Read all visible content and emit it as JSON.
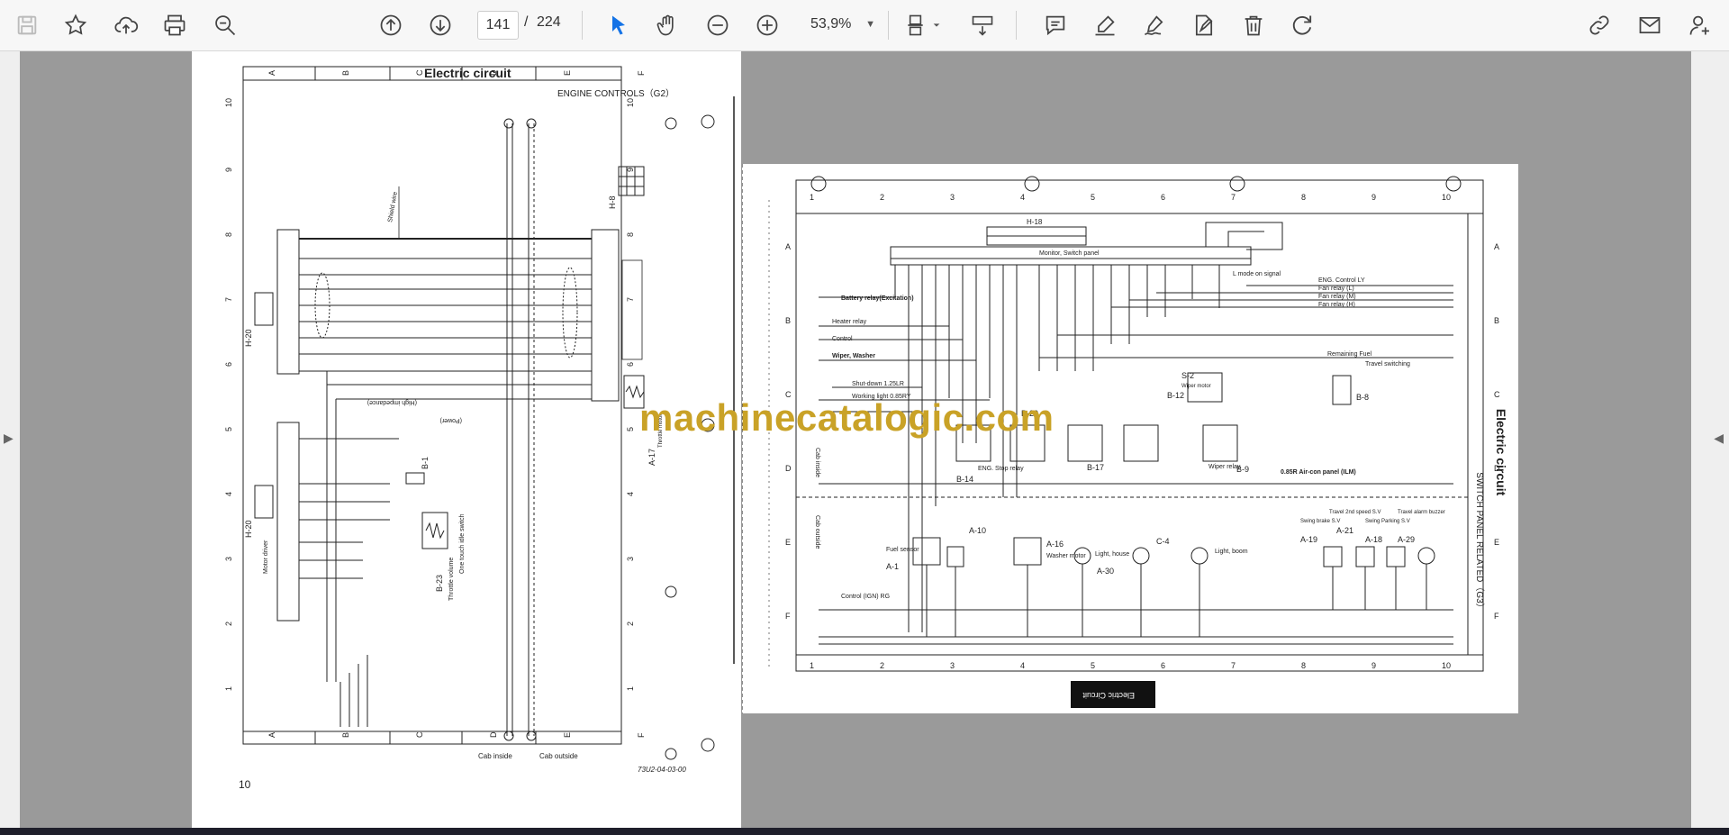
{
  "toolbar": {
    "page_current": "141",
    "page_separator": "/",
    "page_total": "224",
    "zoom": "53,9%"
  },
  "page1": {
    "title": "Electric circuit",
    "subtitle": "ENGINE CONTROLS（G2）",
    "cab_inside": "Cab inside",
    "cab_outside": "Cab outside",
    "ref": "73U2-04-03-00",
    "page_num": "10",
    "conn_top": "H-20",
    "conn_bottom": "H-20",
    "b1": "B-1",
    "b23": "B-23",
    "a17": "A-17",
    "h8": "H-8",
    "throttle_volume": "Throttle volume",
    "one_touch": "One touch idle switch",
    "motor_driver": "Motor driver",
    "shield_wire": "Shield wire",
    "throttle_motor": "Throttle motor",
    "high_impedance": "(High impedance)",
    "power": "(Power)",
    "col_labels": [
      "A",
      "B",
      "C",
      "D",
      "E",
      "F"
    ],
    "row_labels": [
      "10",
      "9",
      "8",
      "7",
      "6",
      "5",
      "4",
      "3",
      "2",
      "1"
    ]
  },
  "page2": {
    "side_title": "Electric circuit",
    "side_sub": "SWITCH PANEL RELATED（G3）",
    "footer_label": "Electric Circuit",
    "h18": "H-18",
    "monitor": "Monitor, Switch panel",
    "battery_relay": "Battery relay(Excitation)",
    "heater_relay": "Heater relay",
    "control": "Control",
    "wiper_washer": "Wiper, Washer",
    "shutdown": "Shut-down 1.25LR",
    "working_light": "Working light 0.85RY",
    "remaining_fuel": "Remaining Fuel",
    "air_con_panel": "0.85R  Air-con panel (ILM)",
    "eng_control": "ENG. Control LY",
    "fan_relay_l": "Fan relay (L)",
    "fan_relay_m": "Fan relay (M)",
    "fan_relay_h": "Fan relay (H)",
    "l_mode": "L mode on signal",
    "fuel_sensor": "Fuel sensor",
    "a1": "A-1",
    "a10": "A-10",
    "a16": "A-16",
    "a30": "A-30",
    "c4": "C-4",
    "light_house": "Light, house",
    "light_boom": "Light, boom",
    "washer_motor": "Washer motor",
    "eng_stop_relay": "ENG. Stop relay",
    "b14": "B-14",
    "b17": "B-17",
    "b20": "B-20",
    "b12": "B-12",
    "b8": "B-8",
    "b9": "B-9",
    "s2": "S-2",
    "wiper_motor": "Wiper motor",
    "wiper_relay": "Wiper relay",
    "travel_switching": "Travel switching",
    "a19": "A-19",
    "a21": "A-21",
    "a18": "A-18",
    "a29": "A-29",
    "swing_brake": "Swing brake S.V",
    "travel_2nd": "Travel 2nd speed S.V",
    "swing_parking": "Swing Parking S.V",
    "travel_alarm": "Travel alarm buzzer",
    "control_ign": "Control (IGN) RG",
    "cab_inside": "Cab inside",
    "cab_outside": "Cab outside",
    "col_labels": [
      "1",
      "2",
      "3",
      "4",
      "5",
      "6",
      "7",
      "8",
      "9",
      "10"
    ],
    "row_labels": [
      "A",
      "B",
      "C",
      "D",
      "E",
      "F"
    ]
  },
  "watermark": "machinecatalogic.com"
}
